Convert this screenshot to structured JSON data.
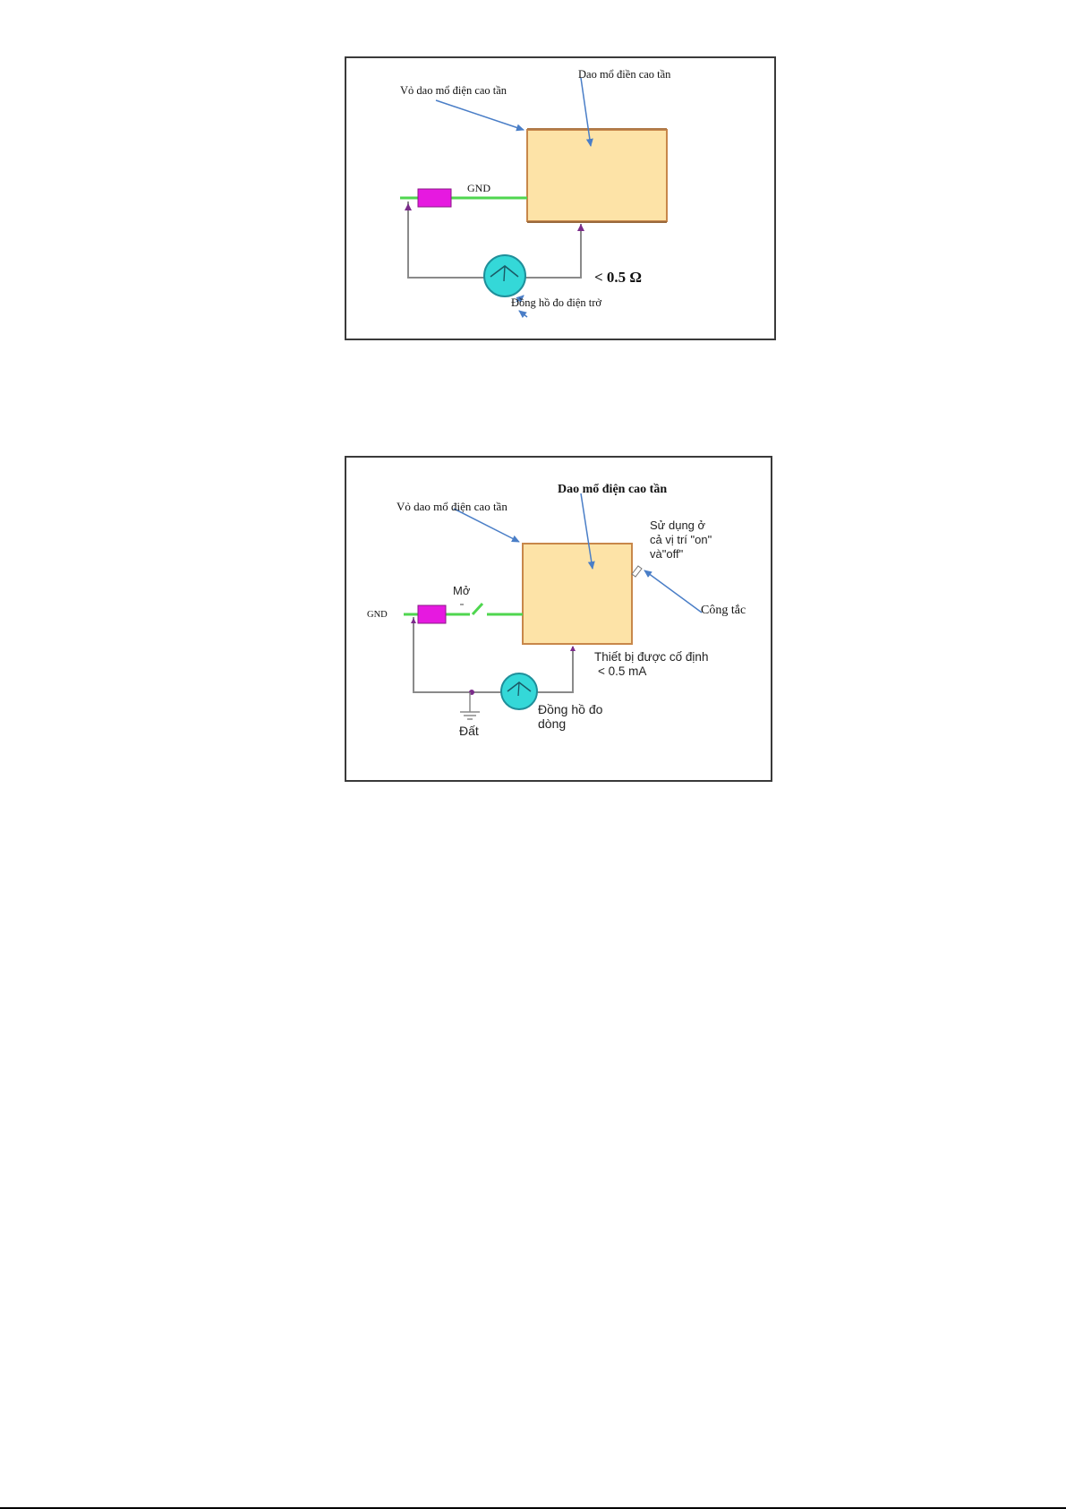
{
  "figure1": {
    "labels": {
      "enclosure": "Vỏ dao mổ điện cao tần",
      "device": "Dao mổ điền cao tần",
      "gnd": "GND",
      "limit": "< 0.5 Ω",
      "meter": "Đồng hồ đo điện trở"
    }
  },
  "figure2": {
    "labels": {
      "enclosure": "Vỏ dao mổ điện cao tần",
      "device": "Dao mổ điện cao tần",
      "switch_note_1": "Sử dụng ở",
      "switch_note_2": "cả vị trí \"on\"",
      "switch_note_3": "và\"off\"",
      "switch": "Công tắc",
      "open": "Mở",
      "gnd": "GND",
      "fixed_note": "Thiết bị được cố định",
      "limit": "< 0.5 mA",
      "meter_1": "Đồng hồ đo",
      "meter_2": "dòng",
      "earth": "Đất"
    }
  },
  "colors": {
    "device_fill": "#fde3a7",
    "device_border": "#c8874a",
    "wire_green": "#4fd64f",
    "wire_gray": "#8a8a8a",
    "fuse_magenta": "#e619e0",
    "meter_cyan": "#34d8d8",
    "arrow_blue": "#4a7ec7",
    "node_purple": "#7b2c8a"
  }
}
